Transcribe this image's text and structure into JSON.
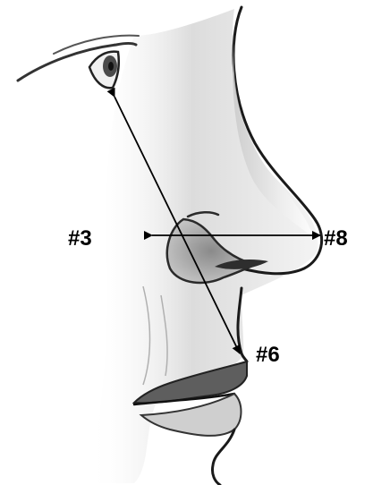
{
  "labels": {
    "point_3": "#3",
    "point_6": "#6",
    "point_8": "#8"
  },
  "colors": {
    "ink": "#000000",
    "skin_light": "#e6e6e6",
    "skin_mid": "#b8b8b8",
    "skin_dark": "#5a5a5a",
    "lip": "#6e6e6e"
  },
  "icons": {
    "illustration": "face-profile-sketch",
    "arrowhead": "arrowhead"
  }
}
